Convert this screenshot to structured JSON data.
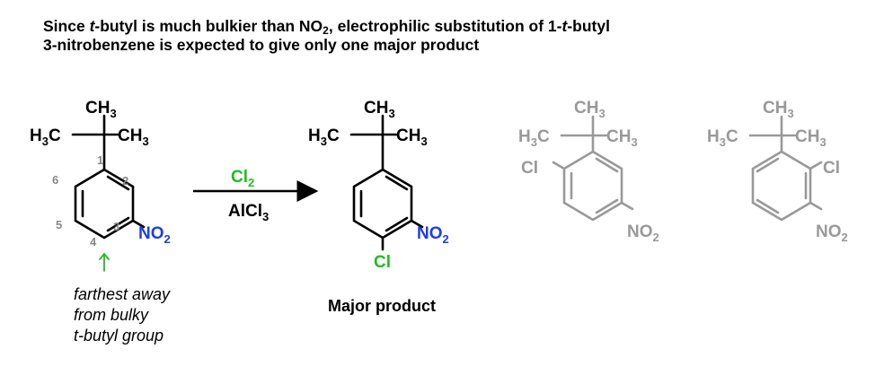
{
  "header": {
    "l1_a": "Since ",
    "l1_b": "t",
    "l1_c": "-butyl is much bulkier than NO",
    "l1_d": "2",
    "l1_e": ", electrophilic substitution of 1-",
    "l1_f": "t",
    "l1_g": "-butyl",
    "line2": "3-nitrobenzene is expected to give only one major product"
  },
  "atoms": {
    "ch3": "CH",
    "h3c_h": "H",
    "h3c_c": "C",
    "three": "3",
    "no": "NO",
    "two": "2",
    "cl": "Cl"
  },
  "numbering": [
    "1",
    "2",
    "3",
    "4",
    "5",
    "6"
  ],
  "reagents": {
    "top": "Cl",
    "top_sub": "2",
    "bottom": "AlCl",
    "bottom_sub": "3"
  },
  "annotation": {
    "line1": "farthest away",
    "line2": "from bulky",
    "line3": "t-butyl group"
  },
  "labels": {
    "major_product": "Major product"
  },
  "colors": {
    "black": "#000000",
    "gray": "#999999",
    "nitro": "#1a3cf0",
    "chlorine": "#22bb22",
    "arrow_green": "#22bb22"
  }
}
